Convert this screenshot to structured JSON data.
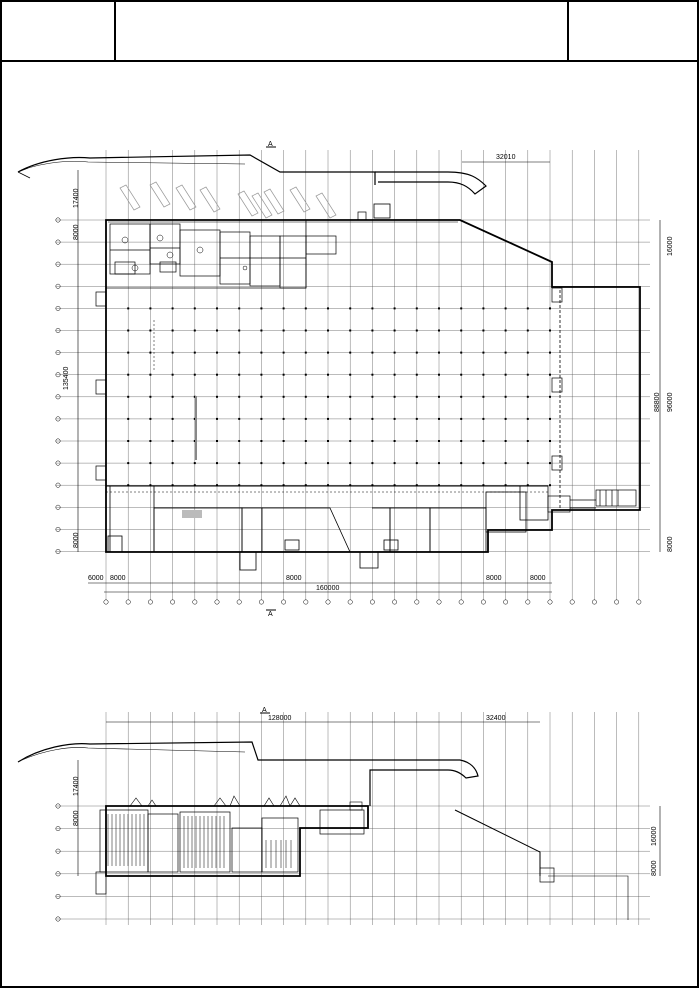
{
  "drawing": {
    "plan_top": {
      "section_marks": [
        "A",
        "A"
      ],
      "dims_top": [
        "32010"
      ],
      "dims_left": [
        "17400",
        "8000",
        "135400",
        "8000"
      ],
      "dims_right": [
        "16000",
        "88800",
        "96000",
        "8000"
      ],
      "dims_bottom": [
        "6000",
        "8000",
        "8000",
        "160000",
        "8000",
        "8000"
      ]
    },
    "plan_bottom": {
      "section_marks": [
        "A"
      ],
      "dims_top": [
        "128000",
        "32400"
      ],
      "dims_left": [
        "17400",
        "8000"
      ],
      "dims_right": [
        "16000",
        "8000"
      ]
    },
    "line_color": "#000000",
    "grid_color": "#555555",
    "accent_gray": "#bbbbbb"
  }
}
